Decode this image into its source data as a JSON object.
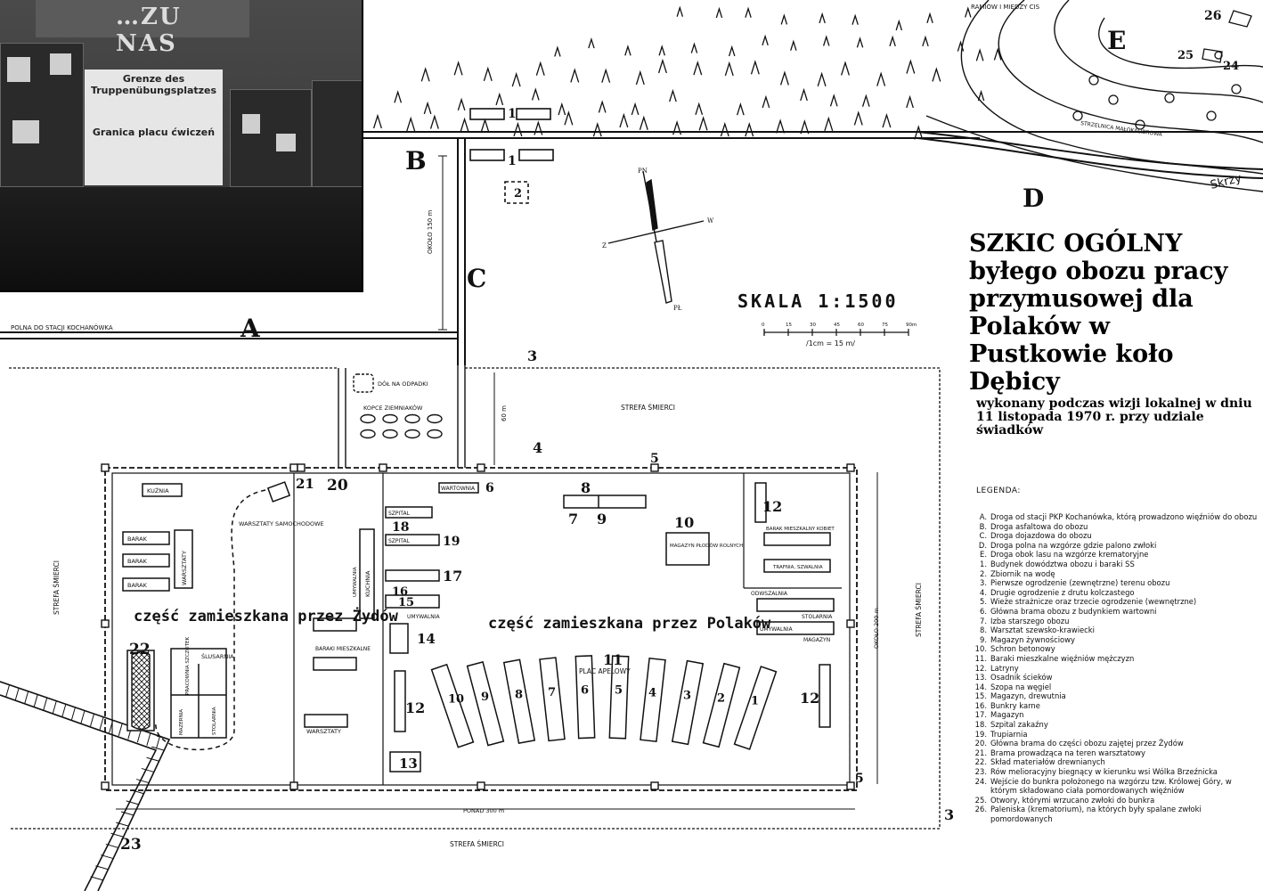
{
  "photo": {
    "banner_text": "…ZU NAS",
    "sign_de": "Grenze des Truppenübungsplatzes",
    "sign_pl": "Granica placu ćwiczeń"
  },
  "roads": {
    "A": "A",
    "B": "B",
    "C": "C",
    "D": "D",
    "E": "E",
    "road_a_label": "POLNA DO STACJI KOCHANÓWKA",
    "road_c_length": "OKOŁO 150 m",
    "skrzy": "Skrzy"
  },
  "compass": {
    "north": "PN",
    "south": "PŁ",
    "east": "W",
    "west": "Z"
  },
  "scale": {
    "title": "SKALA 1:1500",
    "ticks": [
      "0",
      "15",
      "30",
      "45",
      "60",
      "75",
      "90m"
    ],
    "note": "/1cm = 15 m/"
  },
  "map_labels": {
    "strefa_top": "STREFA ŚMIERCI",
    "strefa_bottom": "STREFA ŚMIERCI",
    "strefa_left": "STREFA ŚMIERCI",
    "strefa_right": "STREFA ŚMIERCI",
    "dol": "DÓŁ NA ODPADKI",
    "kopce": "KOPCE ZIEMNIAKÓW",
    "sixty": "60 m",
    "about200": "OKOŁO 200 m",
    "over300": "PONAD 300 m",
    "kuznia": "KUŹNIA",
    "warsztaty_sam": "WARSZTATY SAMOCHODOWE",
    "barak": "BARAK",
    "warsztaty_v": "WARSZTATY",
    "zydzi": "część zamieszkana przez Żydów",
    "slusarnia": "ŚLUSARNIA",
    "pracownia": "PRACOWNIA SZCZOTEK",
    "mazerownia": "MAZERNIA",
    "stolarnia": "STOLARNIA",
    "umywalnia": "UMYWALNIA",
    "kuchnia": "KUCHNIA",
    "baraki_miesz": "BARAKI MIESZKALNE",
    "warsztaty": "WARSZTATY",
    "wartownia": "WARTOWNIA",
    "szpital": "SZPITAL",
    "polacy": "część zamieszkana przez Polaków",
    "plac": "PLAC APELOWY",
    "magazyn_plodow": "MAGAZYN PŁODÓW ROLNYCH",
    "barak_kobiet": "BARAK MIESZKALNY KOBIET",
    "trafnia": "TRAFNIA, SZWALNIA",
    "odwszalnia": "ODWSZALNIA",
    "stolarnia2": "STOLARNIA",
    "umywalnia2": "UMYWALNIA",
    "magazyn": "MAGAZYN",
    "strzelnica": "STRZELNICA MAŁOKALIBROWA",
    "dziki": "RAMIOW I MIĘDZY CIS"
  },
  "title": {
    "main": "SZKIC OGÓLNY byłego obozu pracy przymusowej dla Polaków w Pustkowie koło Dębicy",
    "sub": "wykonany podczas wizji lokalnej w dniu 11 listopada 1970 r. przy udziale świadków"
  },
  "legend_heading": "LEGENDA:",
  "legend": [
    {
      "key": "A.",
      "text": "Droga od stacji PKP Kochanówka, którą prowadzono więźniów do obozu"
    },
    {
      "key": "B.",
      "text": "Droga asfaltowa do obozu"
    },
    {
      "key": "C.",
      "text": "Droga dojazdowa do obozu"
    },
    {
      "key": "D.",
      "text": "Droga polna na wzgórze gdzie palono zwłoki"
    },
    {
      "key": "E.",
      "text": "Droga obok lasu na wzgórze krematoryjne"
    },
    {
      "key": "1.",
      "text": "Budynek dowództwa obozu i baraki SS"
    },
    {
      "key": "2.",
      "text": "Zbiornik na wodę"
    },
    {
      "key": "3.",
      "text": "Pierwsze ogrodzenie (zewnętrzne) terenu obozu"
    },
    {
      "key": "4.",
      "text": "Drugie ogrodzenie z drutu kolczastego"
    },
    {
      "key": "5.",
      "text": "Wieże strażnicze oraz trzecie ogrodzenie (wewnętrzne)"
    },
    {
      "key": "6.",
      "text": "Główna brama obozu z budynkiem wartowni"
    },
    {
      "key": "7.",
      "text": "Izba starszego obozu"
    },
    {
      "key": "8.",
      "text": "Warsztat szewsko-krawiecki"
    },
    {
      "key": "9.",
      "text": "Magazyn żywnościowy"
    },
    {
      "key": "10.",
      "text": "Schron betonowy"
    },
    {
      "key": "11.",
      "text": "Baraki mieszkalne więźniów mężczyzn"
    },
    {
      "key": "12.",
      "text": "Latryny"
    },
    {
      "key": "13.",
      "text": "Osadnik ścieków"
    },
    {
      "key": "14.",
      "text": "Szopa na węgiel"
    },
    {
      "key": "15.",
      "text": "Magazyn, drewutnia"
    },
    {
      "key": "16.",
      "text": "Bunkry karne"
    },
    {
      "key": "17.",
      "text": "Magazyn"
    },
    {
      "key": "18.",
      "text": "Szpital zakaźny"
    },
    {
      "key": "19.",
      "text": "Trupiarnia"
    },
    {
      "key": "20.",
      "text": "Główna brama do części obozu zajętej przez Żydów"
    },
    {
      "key": "21.",
      "text": "Brama prowadząca na teren warsztatowy"
    },
    {
      "key": "22.",
      "text": "Skład materiałów drewnianych"
    },
    {
      "key": "23.",
      "text": "Rów melioracyjny biegnący w kierunku wsi Wólka Brzeźnicka"
    },
    {
      "key": "24.",
      "text": "Wejście do bunkra położonego na wzgórzu tzw. Królowej Góry, w którym składowano ciała pomordowanych więźniów"
    },
    {
      "key": "25.",
      "text": "Otwory, którymi wrzucano zwłoki do bunkra"
    },
    {
      "key": "26.",
      "text": "Paleniska (krematorium), na których były spalane zwłoki pomordowanych"
    }
  ]
}
